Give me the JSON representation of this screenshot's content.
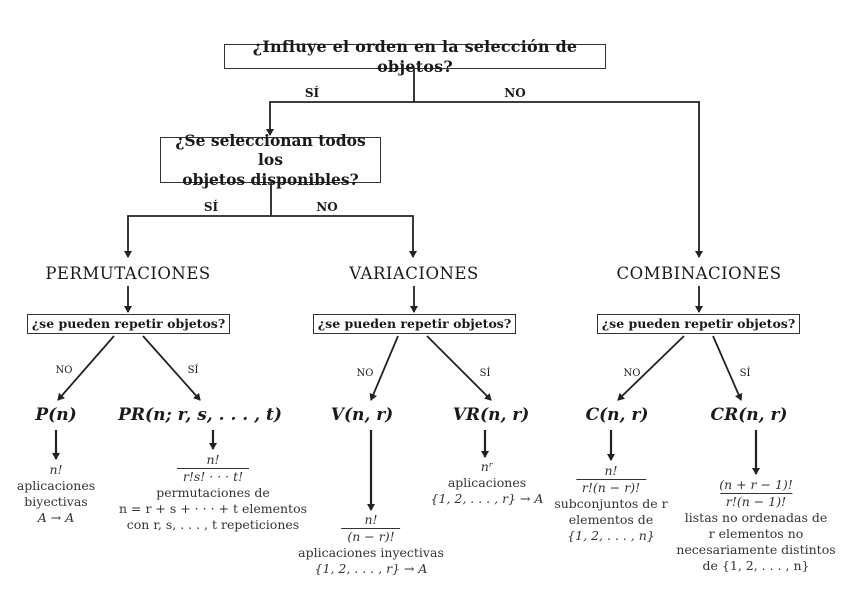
{
  "root": {
    "question": "¿Influye el orden en la selección de objetos?",
    "yes_label": "SÍ",
    "no_label": "NO"
  },
  "ordered": {
    "question_line1": "¿Se seleccionan todos los",
    "question_line2": "objetos disponibles?",
    "yes_label": "SÍ",
    "no_label": "NO"
  },
  "branches": [
    {
      "id": "permutaciones",
      "title": "PERMUTACIONES",
      "question": "¿se pueden repetir objetos?",
      "no": {
        "edge_label": "NO",
        "notation": "P(n)",
        "formula_num": "n!",
        "formula_den": "",
        "description": [
          "aplicaciones",
          "biyectivas",
          "A → A"
        ]
      },
      "yes": {
        "edge_label": "SÍ",
        "notation": "PR(n; r, s, . . . , t)",
        "formula_num": "n!",
        "formula_den": "r!s! · · · t!",
        "description": [
          "permutaciones de",
          "n = r + s + · · · + t elementos",
          "con r, s, . . . , t repeticiones"
        ]
      }
    },
    {
      "id": "variaciones",
      "title": "VARIACIONES",
      "question": "¿se pueden repetir objetos?",
      "no": {
        "edge_label": "NO",
        "notation": "V(n, r)",
        "formula_num": "n!",
        "formula_den": "(n − r)!",
        "description": [
          "aplicaciones inyectivas",
          "{1, 2, . . . , r} → A"
        ]
      },
      "yes": {
        "edge_label": "SÍ",
        "notation": "VR(n, r)",
        "formula_num": "nʳ",
        "formula_den": "",
        "description": [
          "aplicaciones",
          "{1, 2, . . . , r} → A"
        ]
      }
    },
    {
      "id": "combinaciones",
      "title": "COMBINACIONES",
      "question": "¿se pueden repetir objetos?",
      "no": {
        "edge_label": "NO",
        "notation": "C(n, r)",
        "formula_num": "n!",
        "formula_den": "r!(n − r)!",
        "description": [
          "subconjuntos de r",
          "elementos de",
          "{1, 2, . . . , n}"
        ]
      },
      "yes": {
        "edge_label": "SÍ",
        "notation": "CR(n, r)",
        "formula_num": "(n + r − 1)!",
        "formula_den": "r!(n − 1)!",
        "description": [
          "listas no ordenadas de",
          "r elementos no",
          "necesariamente distintos",
          "de {1, 2, . . . , n}"
        ]
      }
    }
  ]
}
